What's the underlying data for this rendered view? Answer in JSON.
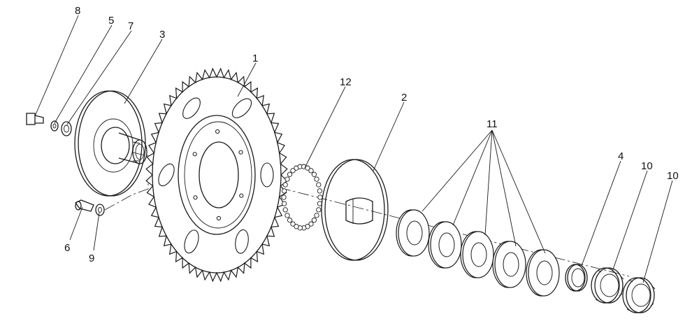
{
  "callouts": {
    "c1": "1",
    "c2": "2",
    "c3": "3",
    "c4": "4",
    "c5": "5",
    "c6": "6",
    "c7": "7",
    "c8": "8",
    "c9": "9",
    "c10a": "10",
    "c10b": "10",
    "c11": "11",
    "c12": "12"
  },
  "colors": {
    "ink": "#1a1a1a",
    "shade": "#e6e6e6",
    "background": "#ffffff"
  }
}
